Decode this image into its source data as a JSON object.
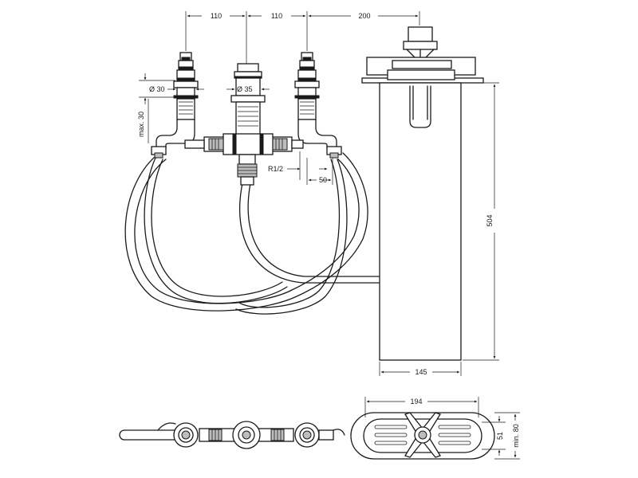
{
  "diagram": {
    "dimensions": {
      "d_110_left": "110",
      "d_110_right": "110",
      "d_200": "200",
      "d_dia30": "Ø 30",
      "d_dia35": "Ø 35",
      "d_max30": "max. 30",
      "d_r12": "R1/2",
      "d_50": "50",
      "d_504": "504",
      "d_145": "145",
      "d_194": "194",
      "d_51": "51",
      "d_min80": "min. 80"
    }
  }
}
